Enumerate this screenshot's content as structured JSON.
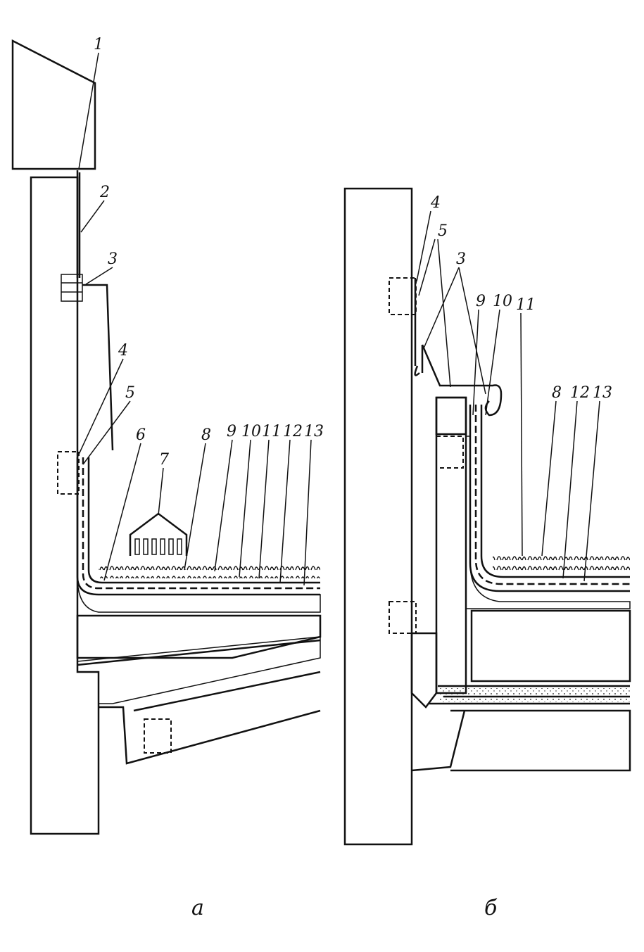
{
  "figure": {
    "captions": {
      "a": "а",
      "b": "б"
    },
    "callouts_a": [
      "1",
      "2",
      "3",
      "4",
      "5",
      "6",
      "7",
      "8",
      "9",
      "10",
      "11",
      "12",
      "13"
    ],
    "callouts_b": [
      "4",
      "5",
      "3",
      "9",
      "10",
      "11",
      "8",
      "12",
      "13"
    ]
  }
}
